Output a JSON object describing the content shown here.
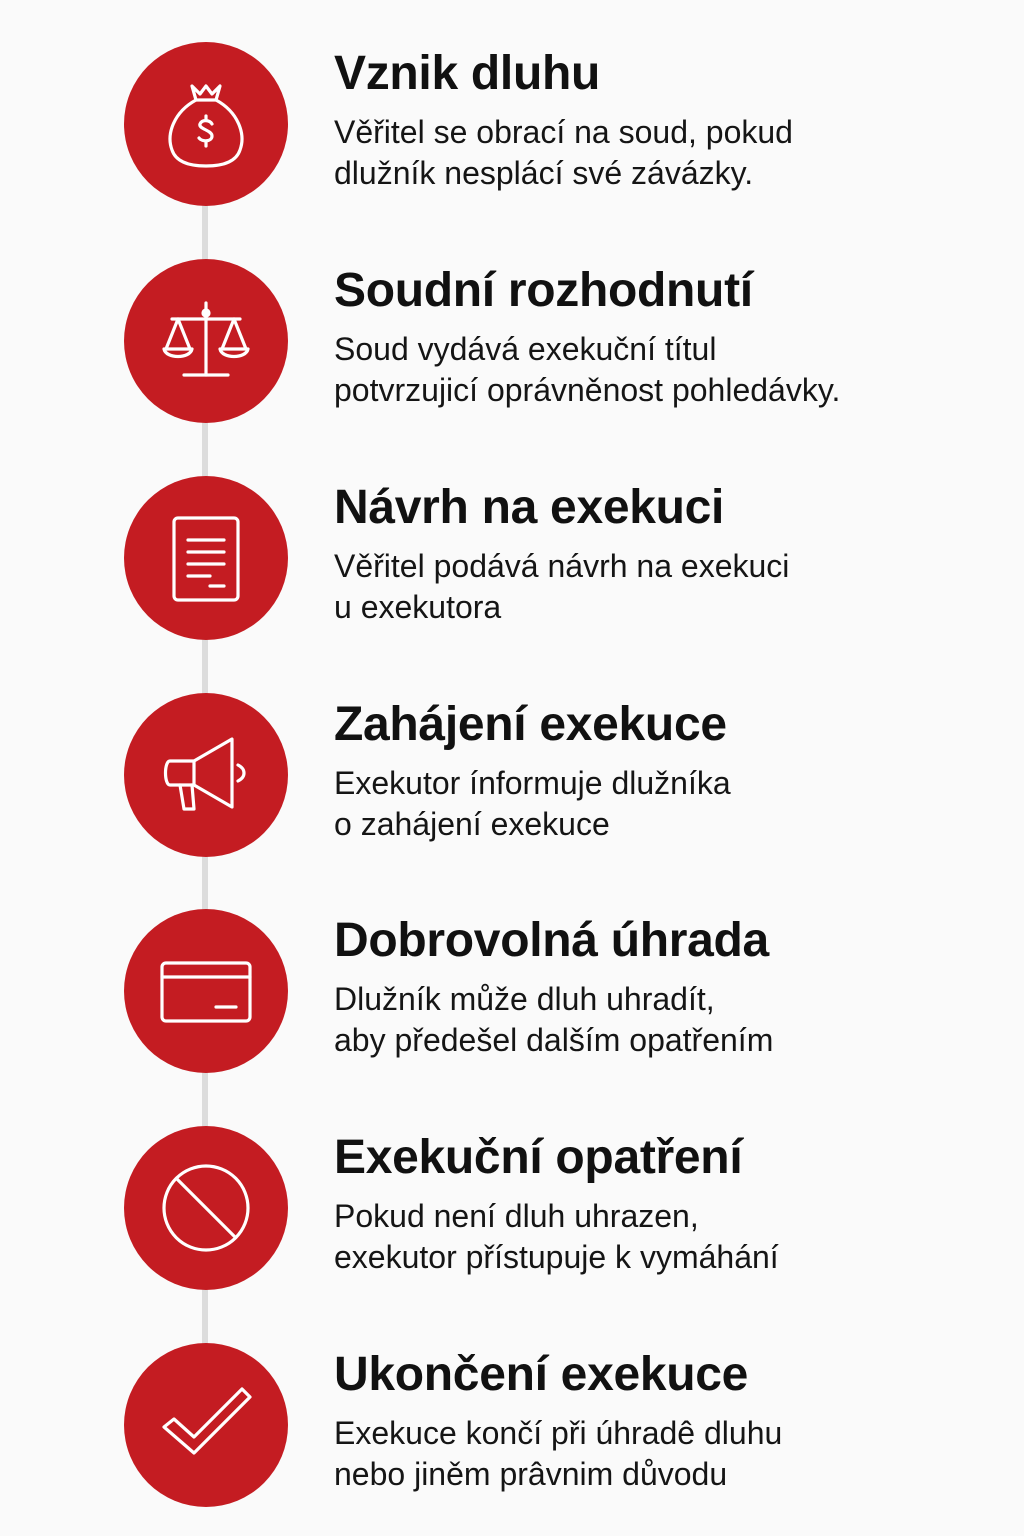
{
  "accent_color": "#c41c22",
  "steps": [
    {
      "icon": "money-bag-icon",
      "title": "Vznik dluhu",
      "desc_line1": "Věřitel se obrací na soud, pokud",
      "desc_line2": "dlužník nesplácí své závázky."
    },
    {
      "icon": "scales-icon",
      "title": "Soudní rozhodnutí",
      "desc_line1": "Soud vydává exekuční títul",
      "desc_line2": "potvrzujicí oprávněnost pohledávky."
    },
    {
      "icon": "document-icon",
      "title": "Návrh na exekuci",
      "desc_line1": "Věřitel podává návrh na exekuci",
      "desc_line2": "u exekutora"
    },
    {
      "icon": "megaphone-icon",
      "title": "Zahájení exekuce",
      "desc_line1": "Exekutor ínformuje dlužníka",
      "desc_line2": "o zahájení exekuce"
    },
    {
      "icon": "credit-card-icon",
      "title": "Dobrovolná úhrada",
      "desc_line1": "Dlužník může dluh uhradít,",
      "desc_line2": "aby předešel dalším opatřením"
    },
    {
      "icon": "prohibited-icon",
      "title": "Exekuční opatření",
      "desc_line1": "Pokud není dluh uhrazen,",
      "desc_line2": "exekutor přístupuje k vymáhání"
    },
    {
      "icon": "checkmark-icon",
      "title": "Ukončení exekuce",
      "desc_line1": "Exekuce končí při úhradê dluhu",
      "desc_line2": "nebo jiněm prâvnim důvodu"
    }
  ]
}
